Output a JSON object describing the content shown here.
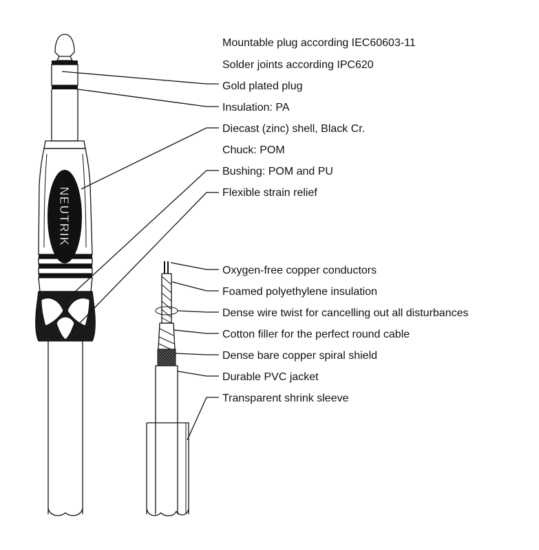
{
  "brand": "NEUTRIK",
  "labels": {
    "mountable": "Mountable plug according IEC60603-11",
    "solder": "Solder joints according IPC620",
    "gold": "Gold plated plug",
    "insulation_pa": "Insulation: PA",
    "diecast": "Diecast (zinc) shell, Black Cr.",
    "chuck": "Chuck: POM",
    "bushing": "Bushing: POM and PU",
    "strain": "Flexible strain relief",
    "conductors": "Oxygen-free copper conductors",
    "foamed": "Foamed polyethylene insulation",
    "twist": "Dense wire twist for cancelling out all disturbances",
    "cotton": "Cotton filler for the perfect round cable",
    "shield": "Dense bare copper spiral shield",
    "pvc": "Durable PVC jacket",
    "sleeve": "Transparent shrink sleeve"
  }
}
